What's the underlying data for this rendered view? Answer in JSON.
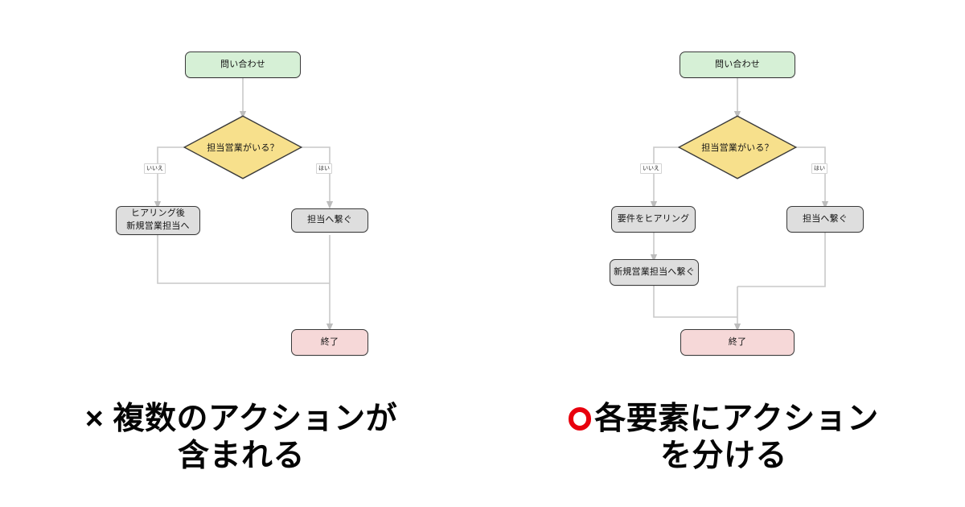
{
  "meta": {
    "background": "#ffffff",
    "accent_red": "#e8000d",
    "node_start_color": "#d6f0d6",
    "node_process_color": "#dedede",
    "node_decision_color": "#f7e08c",
    "node_end_color": "#f6d8d8",
    "connector_color": "#c9c9c9"
  },
  "panels": [
    {
      "id": "bad-example",
      "marker": "×",
      "marker_type": "cross",
      "caption_line1": "複数のアクションが",
      "caption_line2": "含まれる",
      "nodes": {
        "start": "問い合わせ",
        "decision": "担当営業がいる？",
        "process_left_line1": "ヒアリング後",
        "process_left_line2": "新規営業担当へ",
        "process_right": "担当へ繋ぐ",
        "end": "終了"
      },
      "edge_labels": {
        "no": "いいえ",
        "yes": "はい"
      }
    },
    {
      "id": "good-example",
      "marker": "○",
      "marker_type": "circle",
      "caption_line1": "各要素にアクション",
      "caption_line2": "を分ける",
      "nodes": {
        "start": "問い合わせ",
        "decision": "担当営業がいる？",
        "process_left_1": "要件をヒアリング",
        "process_left_2": "新規営業担当へ繋ぐ",
        "process_right": "担当へ繋ぐ",
        "end": "終了"
      },
      "edge_labels": {
        "no": "いいえ",
        "yes": "はい"
      }
    }
  ]
}
